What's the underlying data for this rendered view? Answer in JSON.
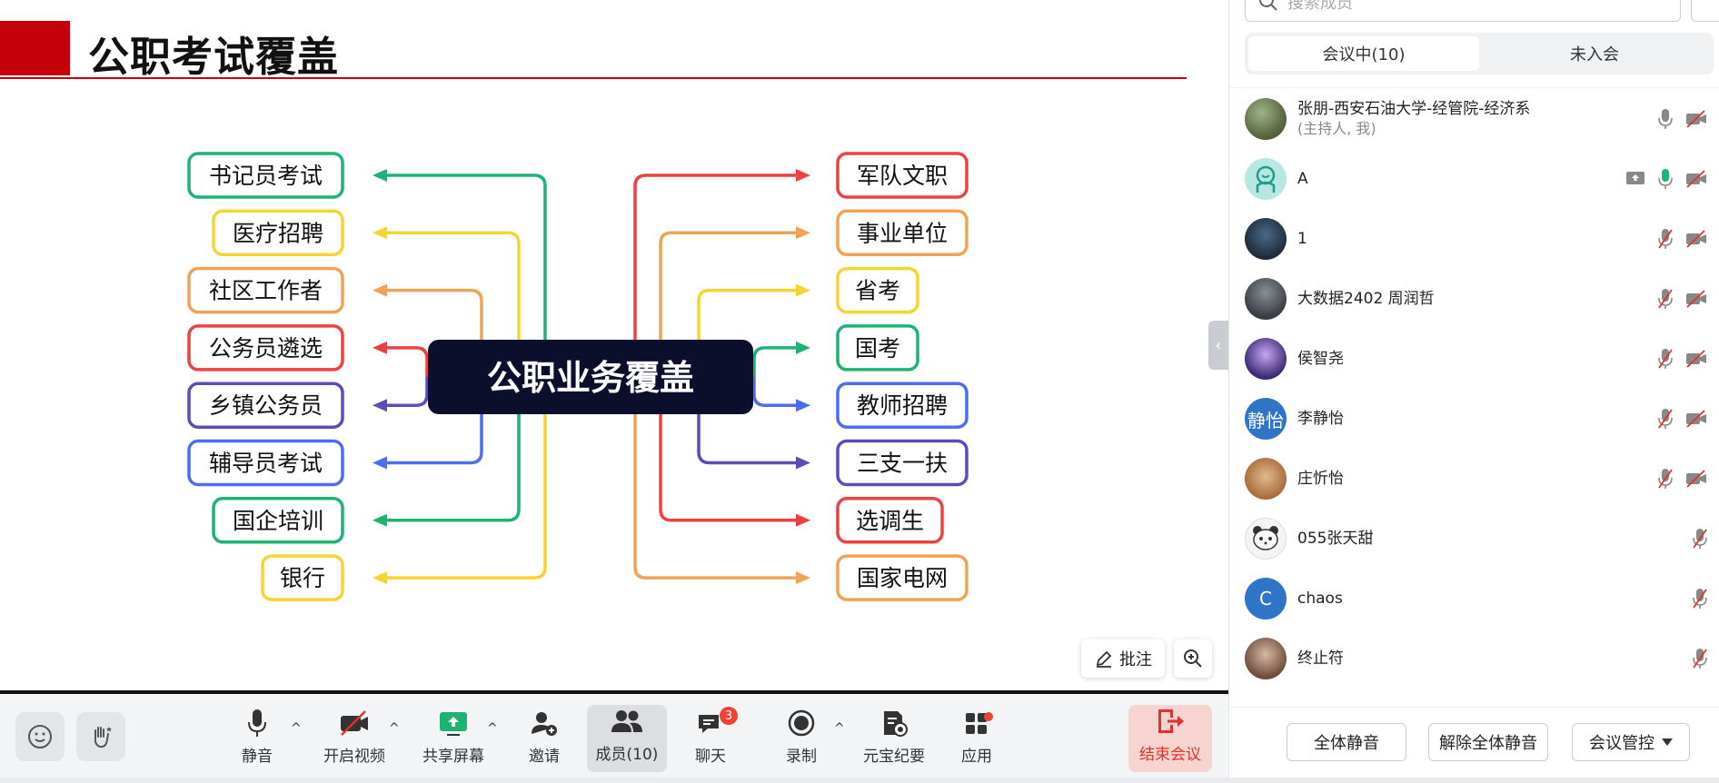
{
  "slide": {
    "title": "公职考试覆盖",
    "center_label": "公职业务覆盖",
    "left_items": [
      {
        "label": "书记员考试",
        "color": "#1db373"
      },
      {
        "label": "医疗招聘",
        "color": "#f5d531"
      },
      {
        "label": "社区工作者",
        "color": "#f0a255"
      },
      {
        "label": "公务员遴选",
        "color": "#ee4040"
      },
      {
        "label": "乡镇公务员",
        "color": "#5b4db8"
      },
      {
        "label": "辅导员考试",
        "color": "#4d6cf0"
      },
      {
        "label": "国企培训",
        "color": "#1db373"
      },
      {
        "label": "银行",
        "color": "#f5d531"
      }
    ],
    "right_items": [
      {
        "label": "军队文职",
        "color": "#ee4040"
      },
      {
        "label": "事业单位",
        "color": "#f0a255"
      },
      {
        "label": "省考",
        "color": "#f5d531"
      },
      {
        "label": "国考",
        "color": "#1db373"
      },
      {
        "label": "教师招聘",
        "color": "#4d6cf0"
      },
      {
        "label": "三支一扶",
        "color": "#5b4db8"
      },
      {
        "label": "选调生",
        "color": "#ee4040"
      },
      {
        "label": "国家电网",
        "color": "#f0a255"
      }
    ],
    "annotate_label": "批注"
  },
  "toolbar": {
    "mute": "静音",
    "video": "开启视频",
    "share": "共享屏幕",
    "invite": "邀请",
    "members": "成员(10)",
    "chat": "聊天",
    "chat_badge": "3",
    "record": "录制",
    "yuanbao": "元宝纪要",
    "apps": "应用",
    "end": "结束会议",
    "caret": "^"
  },
  "panel": {
    "search_placeholder": "搜索成员",
    "tab_in_meeting": "会议中(10)",
    "tab_not_joined": "未入会",
    "members": [
      {
        "name": "张朋-西安石油大学-经管院-经济系",
        "sub": "(主持人, 我)",
        "avatar": "photo-landscape",
        "mic": "on",
        "video": "off"
      },
      {
        "name": "A",
        "sub": "",
        "avatar": "cartoon-teal",
        "share": true,
        "mic": "active",
        "video": "off"
      },
      {
        "name": "1",
        "sub": "",
        "avatar": "photo-game",
        "mic": "off",
        "video": "off"
      },
      {
        "name": "大数据2402 周润哲",
        "sub": "",
        "avatar": "photo-person",
        "mic": "off",
        "video": "off"
      },
      {
        "name": "侯智尧",
        "sub": "",
        "avatar": "photo-purple",
        "mic": "off",
        "video": "off"
      },
      {
        "name": "李静怡",
        "sub": "",
        "avatar": "text",
        "avatar_text": "静怡",
        "mic": "off",
        "video": "off"
      },
      {
        "name": "庄忻怡",
        "sub": "",
        "avatar": "photo-cat",
        "mic": "off",
        "video": "off"
      },
      {
        "name": "055张天甜",
        "sub": "",
        "avatar": "cartoon-panda",
        "mic": "off",
        "video": "none"
      },
      {
        "name": "chaos",
        "sub": "",
        "avatar": "text",
        "avatar_text": "C",
        "mic": "off",
        "video": "none"
      },
      {
        "name": "终止符",
        "sub": "",
        "avatar": "photo-anime",
        "mic": "off",
        "video": "none"
      }
    ],
    "mute_all": "全体静音",
    "unmute_all": "解除全体静音",
    "controls": "会议管控"
  }
}
